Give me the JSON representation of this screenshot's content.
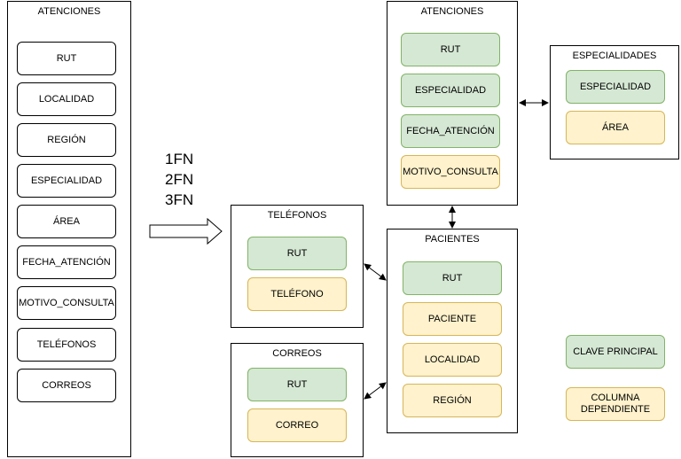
{
  "source_table": {
    "title": "ATENCIONES",
    "fields": [
      "RUT",
      "LOCALIDAD",
      "REGIÓN",
      "ESPECIALIDAD",
      "ÁREA",
      "FECHA_ATENCIÓN",
      "MOTIVO_CONSULTA",
      "TELÉFONOS",
      "CORREOS"
    ]
  },
  "normal_forms": [
    "1FN",
    "2FN",
    "3FN"
  ],
  "atenciones": {
    "title": "ATENCIONES",
    "fields": [
      {
        "label": "RUT",
        "kind": "key"
      },
      {
        "label": "ESPECIALIDAD",
        "kind": "key"
      },
      {
        "label": "FECHA_ATENCIÓN",
        "kind": "key"
      },
      {
        "label": "MOTIVO_CONSULTA",
        "kind": "dependent"
      }
    ]
  },
  "especialidades": {
    "title": "ESPECIALIDADES",
    "fields": [
      {
        "label": "ESPECIALIDAD",
        "kind": "key"
      },
      {
        "label": "ÁREA",
        "kind": "dependent"
      }
    ]
  },
  "telefonos": {
    "title": "TELÉFONOS",
    "fields": [
      {
        "label": "RUT",
        "kind": "key"
      },
      {
        "label": "TELÉFONO",
        "kind": "dependent"
      }
    ]
  },
  "pacientes": {
    "title": "PACIENTES",
    "fields": [
      {
        "label": "RUT",
        "kind": "key"
      },
      {
        "label": "PACIENTE",
        "kind": "dependent"
      },
      {
        "label": "LOCALIDAD",
        "kind": "dependent"
      },
      {
        "label": "REGIÓN",
        "kind": "dependent"
      }
    ]
  },
  "correos": {
    "title": "CORREOS",
    "fields": [
      {
        "label": "RUT",
        "kind": "key"
      },
      {
        "label": "CORREO",
        "kind": "dependent"
      }
    ]
  },
  "legend": {
    "primary_key": "CLAVE PRINCIPAL",
    "dependent_column": "COLUMNA DEPENDIENTE"
  },
  "colors": {
    "key_fill": "#d5e8d4",
    "key_border": "#82b366",
    "dependent_fill": "#fff2cc",
    "dependent_border": "#d6b656"
  }
}
